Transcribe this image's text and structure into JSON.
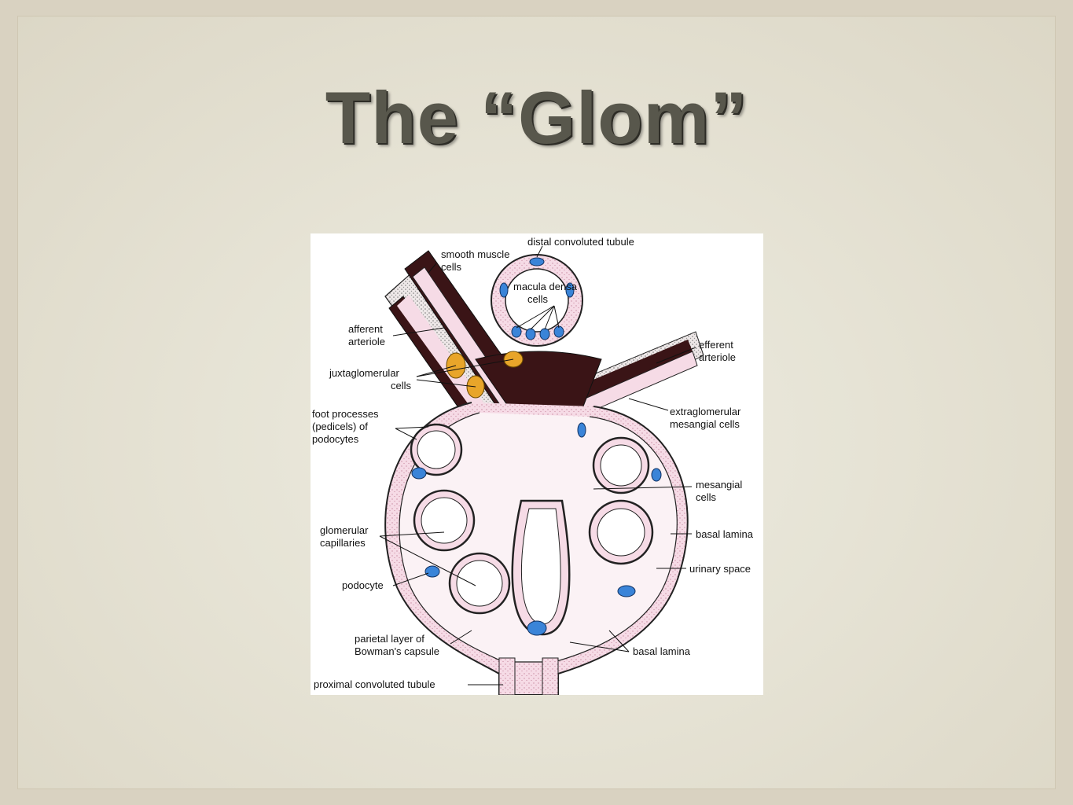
{
  "title": "The “Glom”",
  "diagram": {
    "labels": {
      "distal_convoluted_tubule": "distal convoluted tubule",
      "smooth_muscle_1": "smooth muscle",
      "smooth_muscle_2": "cells",
      "macula_densa_1": "macula densa",
      "macula_densa_2": "cells",
      "afferent_1": "afferent",
      "afferent_2": "arteriole",
      "efferent_1": "efferent",
      "efferent_2": "arteriole",
      "juxtaglomerular_1": "juxtaglomerular",
      "juxtaglomerular_2": "cells",
      "extraglomerular_1": "extraglomerular",
      "extraglomerular_2": "mesangial cells",
      "foot_processes_1": "foot processes",
      "foot_processes_2": "(pedicels) of",
      "foot_processes_3": "podocytes",
      "mesangial_1": "mesangial",
      "mesangial_2": "cells",
      "glomerular_1": "glomerular",
      "glomerular_2": "capillaries",
      "basal_lamina_right": "basal lamina",
      "urinary_space": "urinary space",
      "podocyte": "podocyte",
      "parietal_1": "parietal layer of",
      "parietal_2": "Bowman's capsule",
      "basal_lamina_bottom": "basal lamina",
      "proximal_convoluted_tubule": "proximal convoluted tubule"
    }
  }
}
